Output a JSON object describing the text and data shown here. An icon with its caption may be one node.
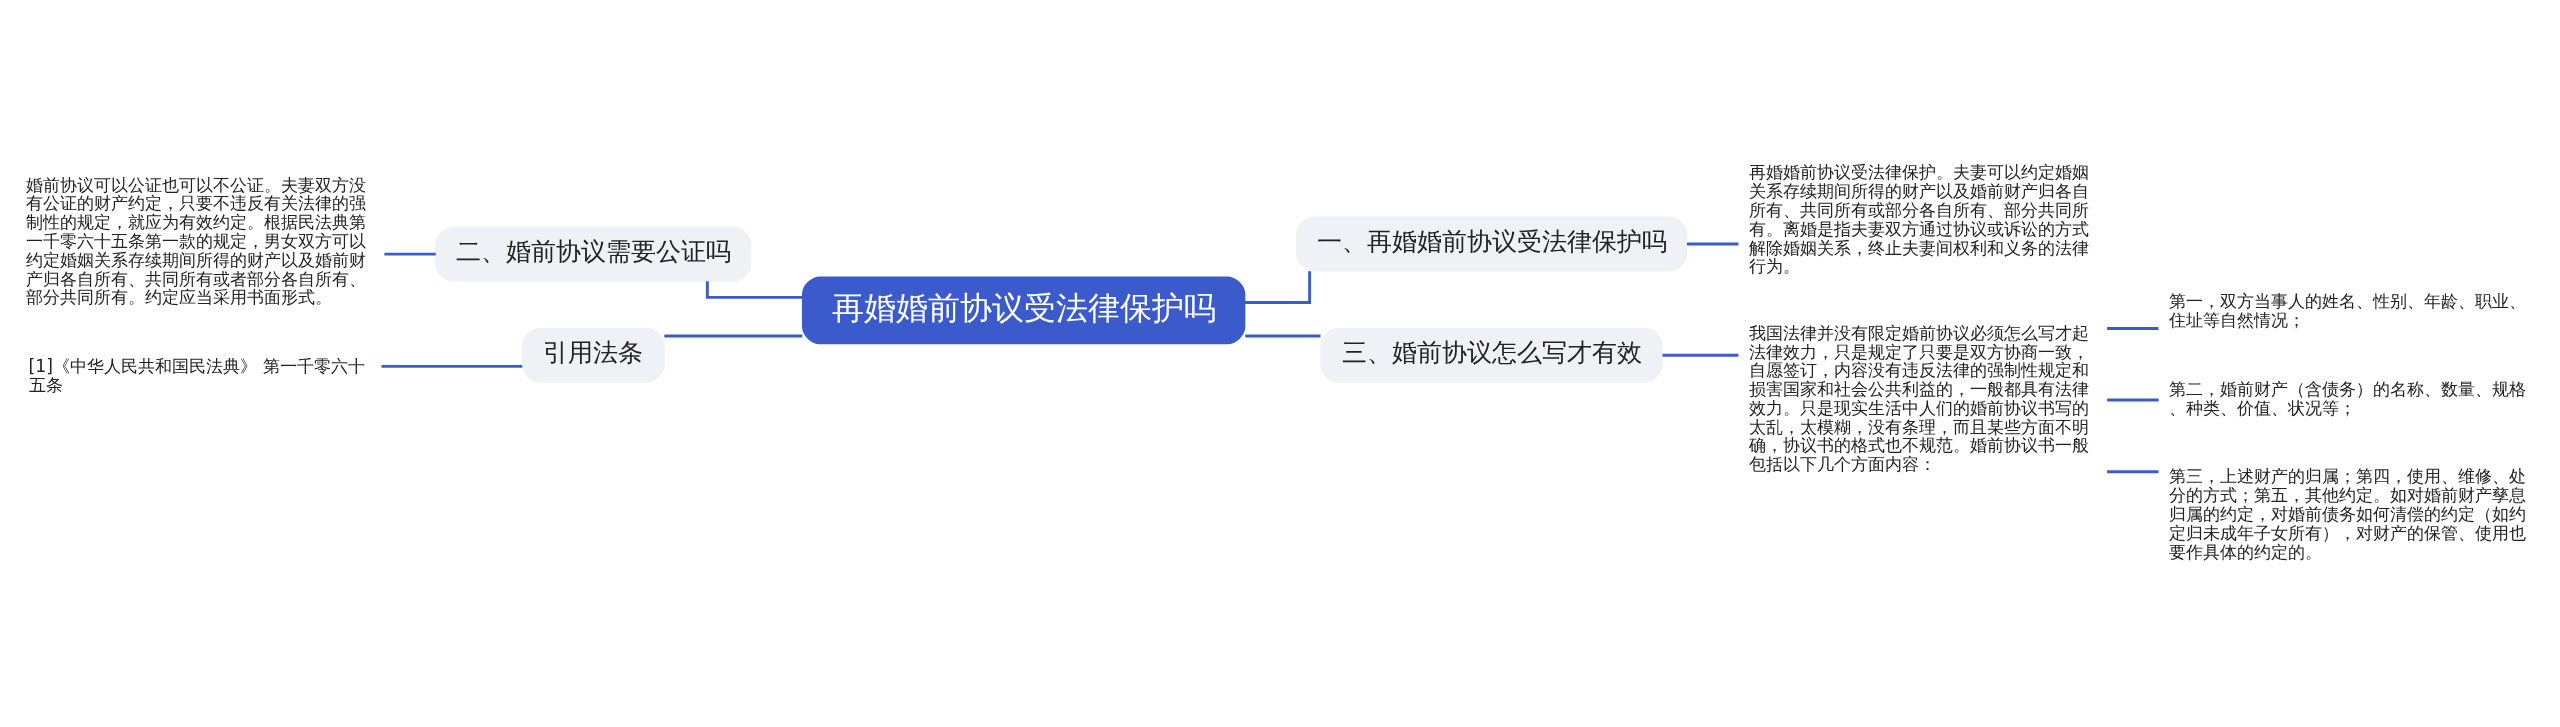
{
  "diagram": {
    "nodes": [
      {
        "text": [
          "再婚婚前协议受法律保护吗"
        ]
      },
      {
        "text": [
          "一、再婚婚前协议受法律保护吗"
        ]
      },
      {
        "text": [
          "再婚婚前协议受法律保护。夫妻可以约定婚姻关系存续期间所得的财产以及婚前财产归各自所有、共同所有或部分各自所有、部分共同所有。离婚是指夫妻双方通过协议或诉讼的方式解除婚姻关系，终止夫妻间权利和义务的法律行为。"
        ]
      },
      {
        "text": [
          "二、婚前协议需要公证吗"
        ]
      },
      {
        "text": [
          "婚前协议可以公证也可以不公证。夫妻双方没有公证的财产约定，只要不违反有关法律的强制性的规定，就应为有效约定。根据民法典第一千零六十五条第一款的规定，男女双方可以约定婚姻关系存续期间所得的财产以及婚前财产归各自所有、共同所有或者部分各自所有、部分共同所有。约定应当采用书面形式。"
        ]
      },
      {
        "text": [
          "三、婚前协议怎么写才有效"
        ]
      },
      {
        "text": [
          "我国法律并没有限定婚前协议必须怎么写才起法律效力，只是规定了只要是双方协商一致，自愿签订，内容没有违反法律的强制性规定和损害国家和社会公共利益的，一般都具有法律效力。只是现实生活中人们的婚前协议书写的太乱，太模糊，没有条理，而且某些方面不明确，协议书的格式也不规范。婚前协议书一般包括以下几个方面内容："
        ]
      },
      {
        "text": [
          "第一，双方当事人的姓名、性别、年龄、职业、住址等自然情况；"
        ]
      },
      {
        "text": [
          "第二，婚前财产（含债务）的名称、数量、规格、种类、价值、状况等；"
        ]
      },
      {
        "text": [
          "第三，上述财产的归属；第四，使用、维修、处分的方式；第五，其他约定。如对婚前财产孳息归属的约定，对婚前债务如何清偿的约定（如约定归未成年子女所有），对财产的保管、使用也要作具体的约定的。"
        ]
      },
      {
        "text": [
          "引用法条"
        ]
      },
      {
        "text": [
          "[1]《中华人民共和国民法典》 第一千零六十五条"
        ]
      }
    ],
    "edges": [
      {
        "from": 0,
        "to": 1,
        "arrow": "none"
      },
      {
        "from": 1,
        "to": 2,
        "arrow": "none"
      },
      {
        "from": 4,
        "to": 3,
        "arrow": "none"
      },
      {
        "from": 3,
        "to": 0,
        "arrow": "none"
      },
      {
        "from": 0,
        "to": 5,
        "arrow": "none"
      },
      {
        "from": 5,
        "to": 6,
        "arrow": "none"
      },
      {
        "from": 6,
        "to": 7,
        "arrow": "none"
      },
      {
        "from": 6,
        "to": 8,
        "arrow": "none"
      },
      {
        "from": 6,
        "to": 9,
        "arrow": "none"
      },
      {
        "from": 11,
        "to": 10,
        "arrow": "none"
      },
      {
        "from": 10,
        "to": 0,
        "arrow": "none"
      }
    ]
  }
}
